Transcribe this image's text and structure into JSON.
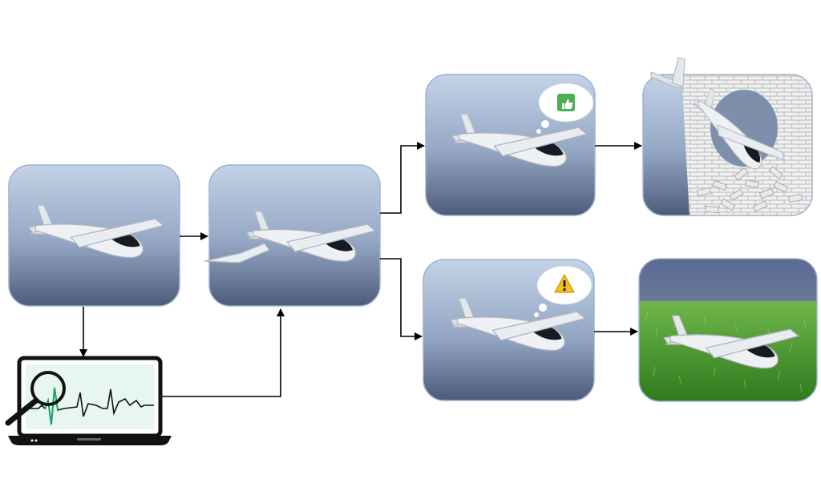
{
  "diagram": {
    "panels": [
      {
        "id": "intact-plane",
        "scene": "sky",
        "content": "plane"
      },
      {
        "id": "damaged-plane",
        "scene": "sky",
        "content": "plane-with-broken-wing"
      },
      {
        "id": "plane-feedback-ok",
        "scene": "sky",
        "content": "plane",
        "thought_icon": "thumbs-up-icon"
      },
      {
        "id": "plane-feedback-warning",
        "scene": "sky",
        "content": "plane",
        "thought_icon": "warning-icon"
      },
      {
        "id": "crash-into-wall",
        "scene": "sky",
        "content": "plane-crashing-through-brick-wall"
      },
      {
        "id": "safe-landing-on-grass",
        "scene": "grass",
        "content": "plane-on-grass"
      }
    ],
    "monitor": {
      "content": "signal-waveform",
      "icon": "magnifier-icon"
    },
    "colors": {
      "panel_top": "#b9cbe0",
      "panel_bottom": "#4f5d7d",
      "panel_border": "#8fa4c4",
      "arrow": "#000000",
      "signal_dark": "#111111",
      "signal_highlight": "#1aa36b",
      "screen_bg": "#e7f7ef",
      "thumbs_up_bg": "#4caf50",
      "warning_bg": "#f2c21b",
      "grass": "#3f8f2a",
      "brick": "#e8e8e8"
    }
  }
}
